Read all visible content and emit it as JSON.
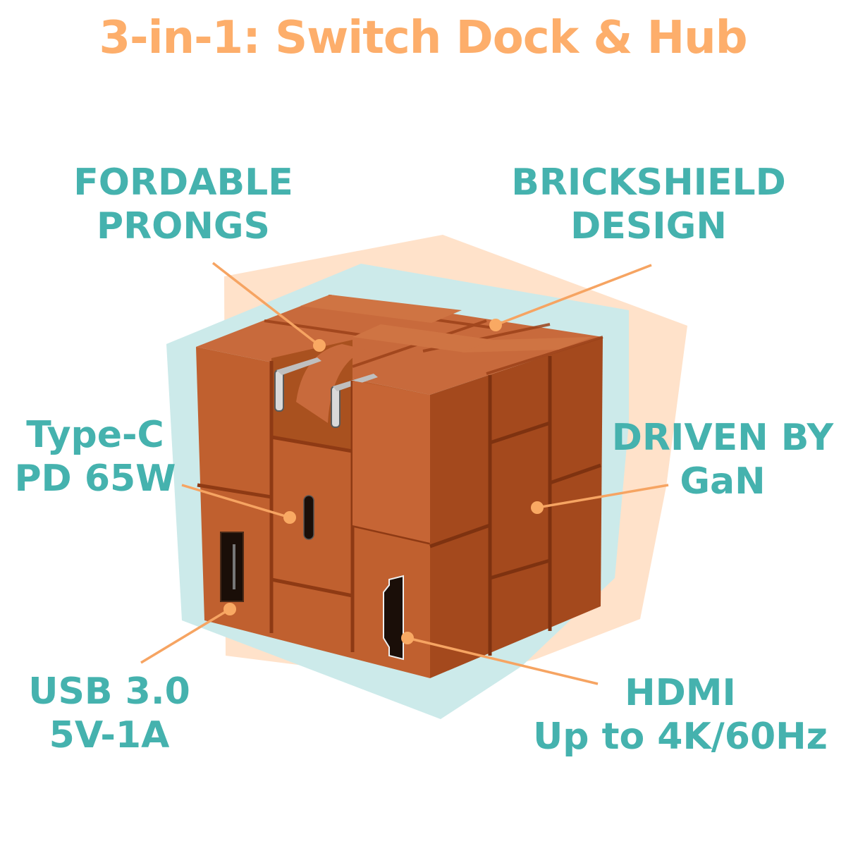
{
  "colors": {
    "title": "#FDAE6B",
    "label": "#45B2AE",
    "leader": "#F6A462",
    "bg_peach": "#FFE2CA",
    "bg_teal": "#CCEAEA",
    "cube_top": "#C86A3C",
    "cube_front": "#C0602F",
    "cube_right": "#A4491D",
    "cube_groove": "#8E3A14",
    "port": "#1A0E08"
  },
  "title": "3-in-1: Switch Dock & Hub",
  "labels": {
    "prongs": {
      "line1": "FORDABLE",
      "line2": "PRONGS"
    },
    "brickshield": {
      "line1": "BRICKSHIELD",
      "line2": "DESIGN"
    },
    "typec": {
      "line1": "Type-C",
      "line2": "PD 65W"
    },
    "gan": {
      "line1": "DRIVEN BY",
      "line2": "GaN"
    },
    "usb": {
      "line1": "USB 3.0",
      "line2": "5V-1A"
    },
    "hdmi": {
      "line1": "HDMI",
      "line2": "Up to 4K/60Hz"
    }
  },
  "product": {
    "name": "brick cube charger dock",
    "ports": [
      "foldable-prongs",
      "usb-c",
      "usb-a",
      "hdmi"
    ]
  }
}
